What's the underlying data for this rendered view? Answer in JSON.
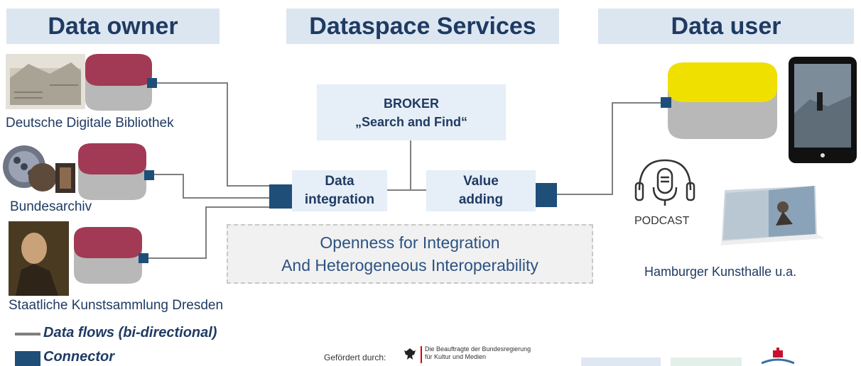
{
  "headers": {
    "owner": "Data owner",
    "services": "Dataspace Services",
    "user": "Data user"
  },
  "sources": [
    {
      "label": "Deutsche Digitale Bibliothek"
    },
    {
      "label": "Bundesarchiv"
    },
    {
      "label": "Staatliche Kunstsammlung Dresden"
    }
  ],
  "broker": {
    "line1": "BROKER",
    "line2": "„Search and Find“"
  },
  "integration": {
    "line1": "Data",
    "line2": "integration"
  },
  "value_adding": {
    "line1": "Value",
    "line2": "adding"
  },
  "openness": {
    "line1": "Openness for Integration",
    "line2": "And Heterogeneous Interoperability"
  },
  "user_label": "Hamburger Kunsthalle u.a.",
  "podcast_label": "PODCAST",
  "legend": {
    "flows": "Data flows (bi-directional)",
    "connector": "Connector"
  },
  "footer": {
    "funded_by": "Gefördert durch:",
    "ministry_line1": "Die Beauftragte der Bundesregierung",
    "ministry_line2": "für Kultur und Medien"
  },
  "colors": {
    "header_bg": "#dce6f1",
    "text_navy": "#1f3b63",
    "connector": "#1f4e79",
    "db_top_red": "#a23a55",
    "db_top_yellow": "#f0e000",
    "db_body": "#b8b8b8",
    "flow_line": "#7f7f7f"
  }
}
